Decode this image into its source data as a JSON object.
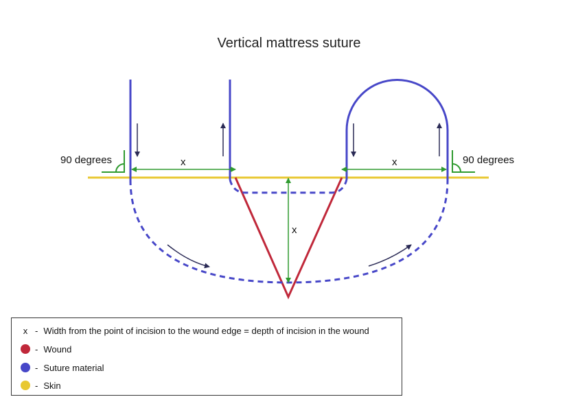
{
  "title": "Vertical mattress suture",
  "labels": {
    "x_left": "x",
    "x_right": "x",
    "x_depth": "x",
    "angle_left": "90 degrees",
    "angle_right": "90 degrees"
  },
  "legend": {
    "items": [
      {
        "symbol": "x",
        "text": "Width from the point of incision to the wound edge = depth of incision in the wound"
      },
      {
        "symbol": "wound-dot",
        "text": "Wound",
        "color": "#c0283a"
      },
      {
        "symbol": "suture-dot",
        "text": "Suture material",
        "color": "#4747c8"
      },
      {
        "symbol": "skin-dot",
        "text": "Skin",
        "color": "#e8c832"
      }
    ],
    "dash": "-"
  },
  "colors": {
    "wound": "#c0283a",
    "suture": "#4747c8",
    "skin": "#e8c832",
    "measure": "#2e9a2e",
    "arrow": "#2a2a55"
  }
}
